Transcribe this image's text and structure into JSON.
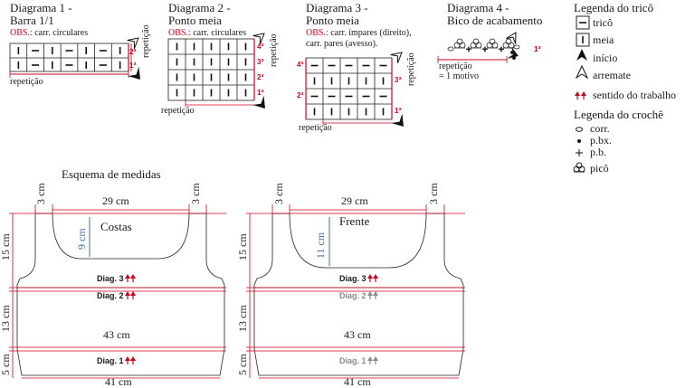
{
  "diagrams": {
    "d1": {
      "title": "Diagrama 1 -",
      "subtitle": "Barra 1/1",
      "obs_label": "OBS.:",
      "obs": "carr. circulares",
      "rows": [
        "2ª",
        "1ª"
      ],
      "rep_right": "repetição",
      "rep_bottom": "repetição"
    },
    "d2": {
      "title": "Diagrama 2 -",
      "subtitle": "Ponto meia",
      "obs_label": "OBS.:",
      "obs": "carr. circulares",
      "rows": [
        "4ª",
        "3ª",
        "2ª",
        "1ª"
      ],
      "rep_right": "repetição",
      "rep_bottom": "repetição"
    },
    "d3": {
      "title": "Diagrama 3 -",
      "subtitle": "Ponto meia",
      "obs_label": "OBS.:",
      "obs1": "carr. ímpares (direito),",
      "obs2": "carr. pares (avesso).",
      "rows_left": [
        "4ª",
        "2ª"
      ],
      "rows_right": [
        "3ª",
        "1ª"
      ],
      "rep_right": "repetição",
      "rep_bottom": "repetição"
    },
    "d4": {
      "title": "Diagrama 4 -",
      "subtitle": "Bico de acabamento",
      "row": "1ª",
      "rep1": "repetição",
      "rep2": "= 1 motivo"
    }
  },
  "legend_trico": {
    "title": "Legenda do tricô",
    "items": [
      "tricô",
      "meia",
      "início",
      "arremate",
      "sentido do trabalho"
    ]
  },
  "legend_croche": {
    "title": "Legenda do crochê",
    "items": [
      "corr.",
      "p.bx.",
      "p.b.",
      "picô"
    ]
  },
  "schema": {
    "title": "Esquema de medidas",
    "costas": {
      "label": "Costas",
      "top": "29 cm",
      "shoulder_left": "3 cm",
      "shoulder_right": "3 cm",
      "neck": "9 cm",
      "height_top": "15 cm",
      "height_mid": "13 cm",
      "height_bot": "5 cm",
      "width_mid": "43 cm",
      "width_bot": "41 cm",
      "diag3": "Diag. 3",
      "diag2": "Diag. 2",
      "diag1": "Diag. 1"
    },
    "frente": {
      "label": "Frente",
      "top": "29 cm",
      "shoulder_left": "3 cm",
      "shoulder_right": "3 cm",
      "neck": "11 cm",
      "height_top": "15 cm",
      "height_mid": "13 cm",
      "height_bot": "5 cm",
      "width_mid": "43 cm",
      "width_bot": "41 cm",
      "diag3": "Diag. 3",
      "diag2": "Diag. 2",
      "diag1": "Diag. 1"
    }
  },
  "colors": {
    "accent": "#d0021b",
    "blue": "#3a6fb0",
    "gray": "#8a8a8a"
  }
}
